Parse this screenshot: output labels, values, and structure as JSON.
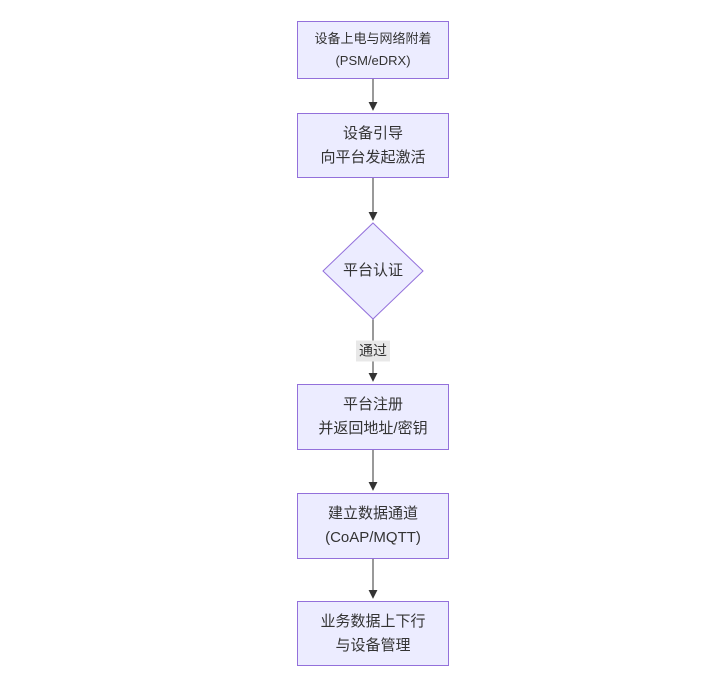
{
  "diagram": {
    "type": "flowchart",
    "direction": "top-to-bottom",
    "background": "#ffffff",
    "colors": {
      "node_fill": "#ECECFF",
      "node_border": "#9370DB",
      "node_text": "#333333",
      "edge_line": "#333333",
      "edge_label_bg": "#e8e8e8",
      "edge_label_text": "#333333"
    },
    "nodes": [
      {
        "id": "power-attach",
        "shape": "rectangle",
        "lines": [
          "设备上电与网络附着",
          "(PSM/eDRX)"
        ]
      },
      {
        "id": "bootstrap",
        "shape": "rectangle",
        "lines": [
          "设备引导",
          "向平台发起激活"
        ]
      },
      {
        "id": "platform-auth",
        "shape": "diamond",
        "lines": [
          "平台认证"
        ]
      },
      {
        "id": "register",
        "shape": "rectangle",
        "lines": [
          "平台注册",
          "并返回地址/密钥"
        ]
      },
      {
        "id": "data-channel",
        "shape": "rectangle",
        "lines": [
          "建立数据通道",
          "(CoAP/MQTT)"
        ]
      },
      {
        "id": "business-data",
        "shape": "rectangle",
        "lines": [
          "业务数据上下行",
          "与设备管理"
        ]
      }
    ],
    "edges": [
      {
        "from": "power-attach",
        "to": "bootstrap",
        "label": ""
      },
      {
        "from": "bootstrap",
        "to": "platform-auth",
        "label": ""
      },
      {
        "from": "platform-auth",
        "to": "register",
        "label": "通过"
      },
      {
        "from": "register",
        "to": "data-channel",
        "label": ""
      },
      {
        "from": "data-channel",
        "to": "business-data",
        "label": ""
      }
    ]
  }
}
